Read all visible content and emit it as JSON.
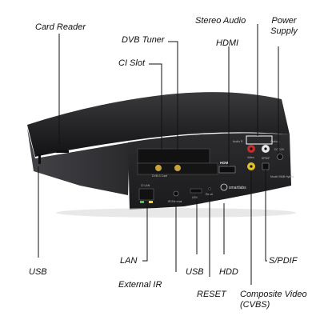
{
  "labels": {
    "card_reader": "Card Reader",
    "dvb_tuner": "DVB Tuner",
    "ci_slot": "CI Slot",
    "hdmi": "HDMI",
    "stereo_audio": "Stereo Audio",
    "power_supply": "Power Supply",
    "usb_left": "USB",
    "lan": "LAN",
    "external_ir": "External IR",
    "usb_back": "USB",
    "hdd": "HDD",
    "reset": "RESET",
    "s_pdif": "S/PDIF",
    "composite_video": "Composite Video (CVBS)"
  },
  "device_markings": {
    "dvb_s_card": "DVB-S Card",
    "ci_lan": "CI LAN",
    "ir_external": "IR External",
    "usb": "USB",
    "reset": "Reset",
    "hdmi": "HDMI",
    "audio_r": "Audio R",
    "audio_l": "Audio L",
    "video": "Video",
    "spdif": "SPDIF",
    "dc12v": "DC 12V",
    "brand": "smartlabs",
    "model": "Model SMB Hybrid"
  },
  "colors": {
    "body": "#2b2b2d",
    "top_lid": "#1c1c1e",
    "panel": "#222224",
    "connector_gold": "#c9a23a",
    "audio_red": "#c0302a",
    "audio_white": "#e8e8e8",
    "video_yellow": "#e2c027",
    "lan_green": "#3bd24a",
    "lan_yellow": "#f0d23a",
    "leader_line": "#111111"
  }
}
